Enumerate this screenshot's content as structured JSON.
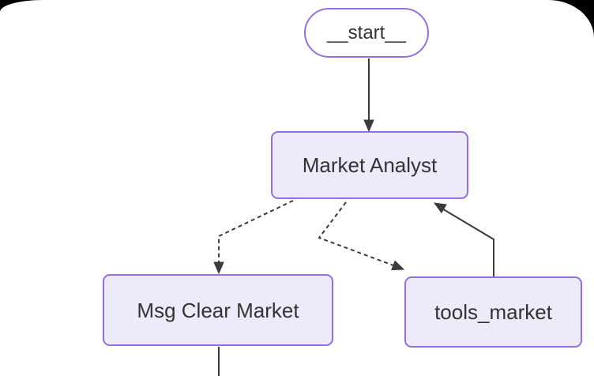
{
  "diagram": {
    "kind": "state-graph-flowchart",
    "nodes": {
      "start": {
        "label": "__start__",
        "shape": "stadium"
      },
      "market_analyst": {
        "label": "Market Analyst",
        "shape": "rounded-rect"
      },
      "msg_clear_market": {
        "label": "Msg Clear Market",
        "shape": "rounded-rect"
      },
      "tools_market": {
        "label": "tools_market",
        "shape": "rounded-rect"
      }
    },
    "edges": [
      {
        "from": "__start__",
        "to": "Market Analyst",
        "style": "solid",
        "arrow": true
      },
      {
        "from": "Market Analyst",
        "to": "Msg Clear Market",
        "style": "dashed",
        "arrow": true
      },
      {
        "from": "Market Analyst",
        "to": "tools_market",
        "style": "dashed",
        "arrow": true
      },
      {
        "from": "tools_market",
        "to": "Market Analyst",
        "style": "solid",
        "arrow": true
      },
      {
        "from": "Msg Clear Market",
        "to": null,
        "style": "solid",
        "arrow": false,
        "note": "edge continues below the visible frame"
      }
    ],
    "colors": {
      "background": "#000000",
      "canvas": "#FFFFFF",
      "node_fill": "#EDEAFA",
      "node_border": "#9370DB",
      "start_fill": "#FFFFFF",
      "text": "#333333",
      "edge": "#3B3B3B"
    }
  }
}
